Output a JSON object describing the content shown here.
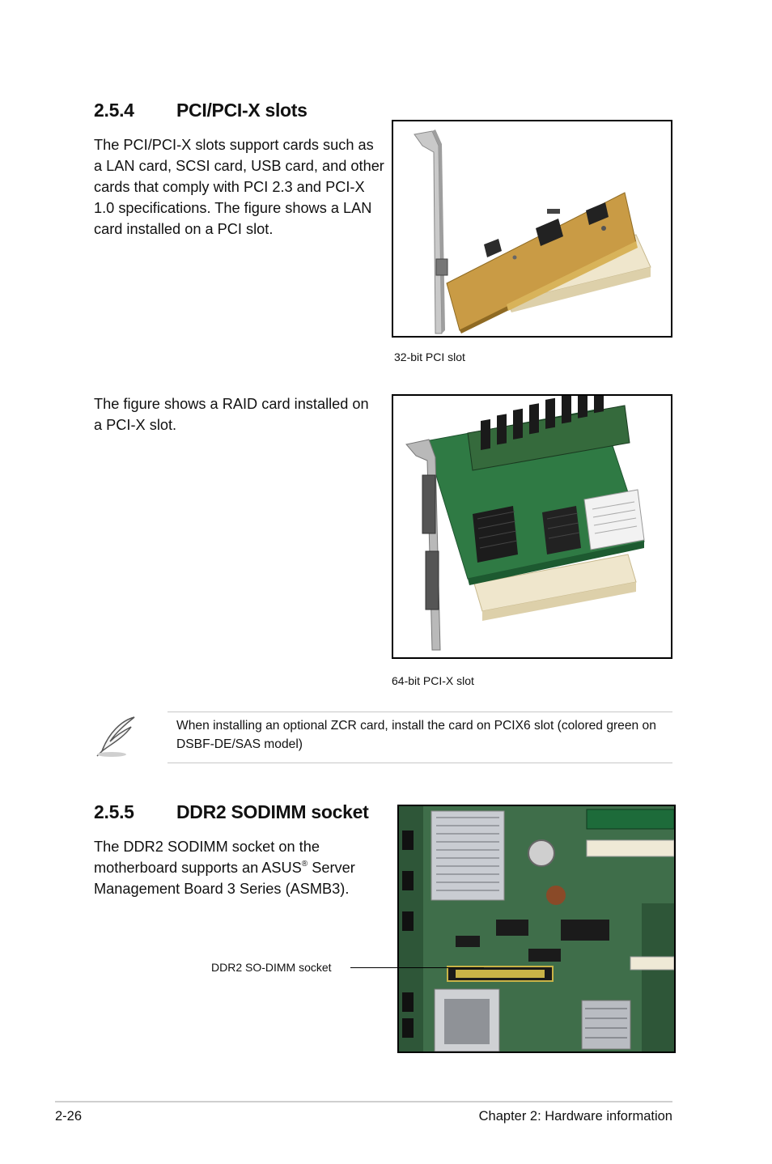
{
  "section1": {
    "number": "2.5.4",
    "title": "PCI/PCI-X slots",
    "paragraph": "The PCI/PCI-X slots support cards such as a LAN card, SCSI card, USB card, and other cards that comply with PCI 2.3 and PCI-X 1.0 specifications. The figure shows a LAN card installed on a PCI slot.",
    "figure1_caption": "32-bit PCI slot",
    "paragraph2": "The figure shows a RAID card installed on a PCI-X slot.",
    "figure2_caption": "64-bit PCI-X slot"
  },
  "note": {
    "icon": "feather-pen-icon",
    "text": "When installing an optional ZCR card, install the card on PCIX6 slot (colored green on DSBF-DE/SAS model)"
  },
  "section2": {
    "number": "2.5.5",
    "title": "DDR2 SODIMM socket",
    "paragraph_part1": "The DDR2 SODIMM socket on the motherboard supports an ASUS",
    "registered_mark": "®",
    "paragraph_part2": " Server Management Board 3 Series (ASMB3).",
    "figure_callout": "DDR2 SO-DIMM socket"
  },
  "footer": {
    "page_number": "2-26",
    "chapter": "Chapter 2: Hardware information"
  }
}
